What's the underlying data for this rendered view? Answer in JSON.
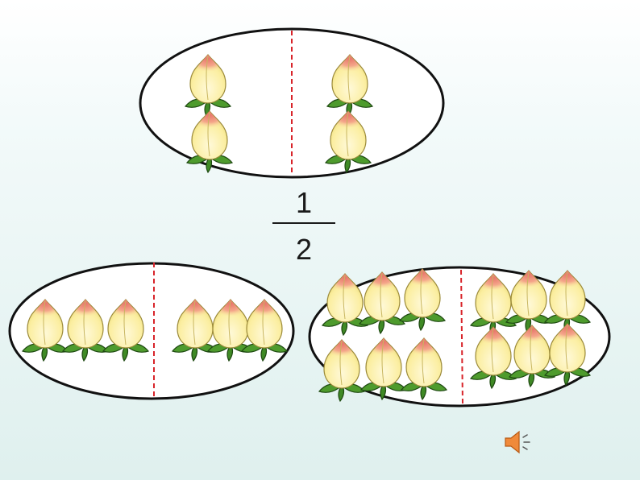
{
  "slide": {
    "background_color": "#e9f5f4",
    "accent_color": "#d8242a"
  },
  "fraction": {
    "numerator": "1",
    "denominator": "2"
  },
  "groups": [
    {
      "name": "top-group",
      "peach_count": 4,
      "halves": [
        2,
        2
      ]
    },
    {
      "name": "bottom-left-group",
      "peach_count": 6,
      "halves": [
        3,
        3
      ]
    },
    {
      "name": "bottom-right-group",
      "peach_count": 12,
      "halves": [
        6,
        6
      ]
    }
  ],
  "icons": {
    "peach": "peach-icon",
    "speaker": "speaker-icon"
  }
}
